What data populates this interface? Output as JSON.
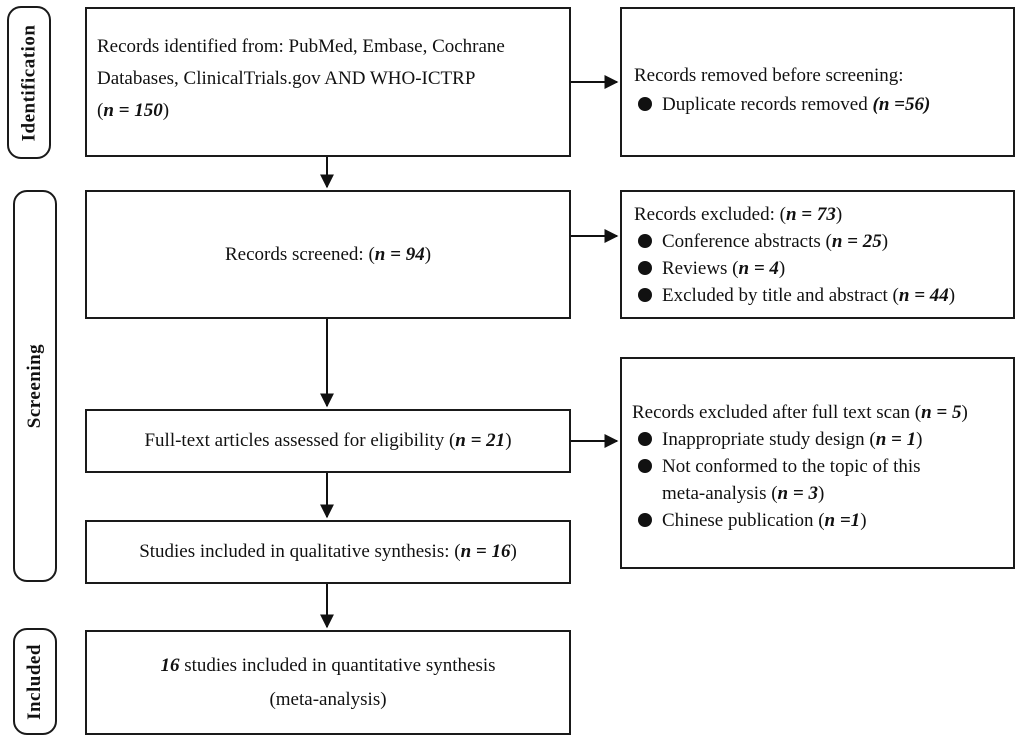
{
  "stages": {
    "identification": "Identification",
    "screening": "Screening",
    "included": "Included"
  },
  "identified": {
    "line1": "Records identified from: PubMed, Embase, Cochrane",
    "line2": "Databases, ClinicalTrials.gov AND WHO-ICTRP",
    "open": "(",
    "n": "n = 150",
    "close": ")"
  },
  "removed": {
    "title": "Records removed before screening:",
    "item_label": "Duplicate records removed ",
    "item_n": "(n =56)"
  },
  "screened": {
    "label": "Records screened: (",
    "n": "n = 94",
    "close": ")"
  },
  "excluded": {
    "title_label": "Records excluded: (",
    "title_n": "n = 73",
    "title_close": ")",
    "items": [
      {
        "label": "Conference abstracts (",
        "n": "n = 25",
        "close": ")"
      },
      {
        "label": "Reviews (",
        "n": "n = 4",
        "close": ")"
      },
      {
        "label": "Excluded by title and abstract (",
        "n": "n = 44",
        "close": ")"
      }
    ]
  },
  "fulltext": {
    "label": "Full-text articles assessed for eligibility (",
    "n": "n = 21",
    "close": ")"
  },
  "fulltext_excluded": {
    "title_label": "Records excluded after full text scan (",
    "title_n": "n = 5",
    "title_close": ")",
    "item1": {
      "label": "Inappropriate study design (",
      "n": "n = 1",
      "close": ")"
    },
    "item2": {
      "line1": "Not conformed to the topic of this",
      "label": "meta-analysis (",
      "n": "n = 3",
      "close": ")"
    },
    "item3": {
      "label": "Chinese publication (",
      "n": "n =1",
      "close": ")"
    }
  },
  "qualitative": {
    "label": "Studies included in qualitative synthesis: (",
    "n": "n = 16",
    "close": ")"
  },
  "quantitative": {
    "count": "16",
    "label": " studies included in quantitative synthesis",
    "line2": "(meta-analysis)"
  }
}
